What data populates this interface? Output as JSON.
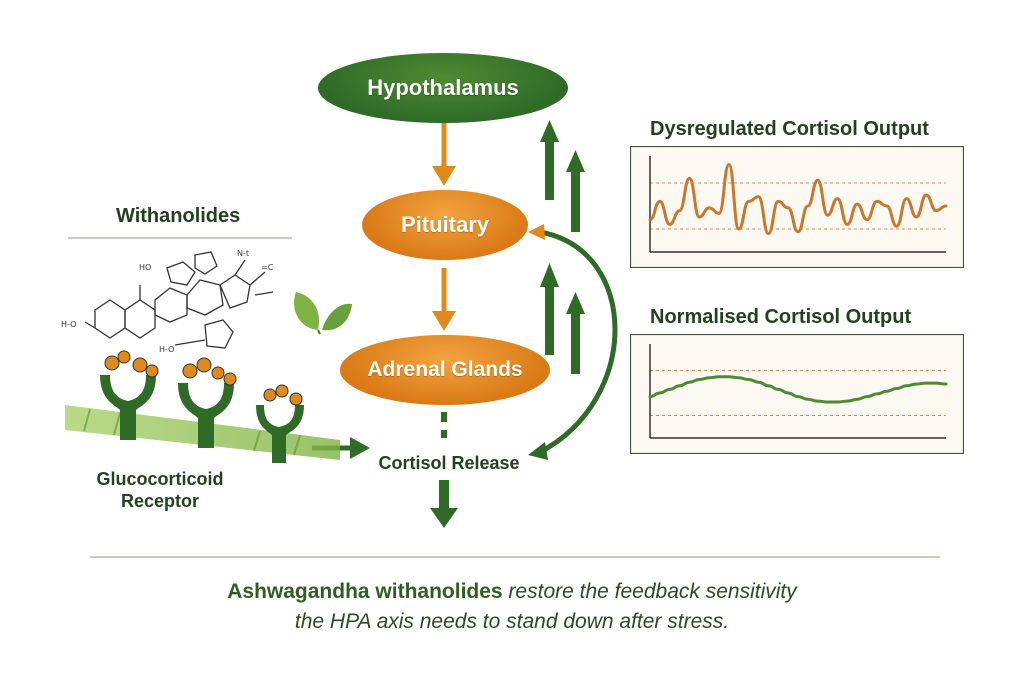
{
  "nodes": {
    "hypothalamus": "Hypothalamus",
    "pituitary": "Pituitary",
    "adrenal": "Adrenal Glands",
    "cortisol_release": "Cortisol Release"
  },
  "left": {
    "title": "Withanolides",
    "receptor_line1": "Glucocorticoid",
    "receptor_line2": "Receptor",
    "molecule_labels": [
      "H-O",
      "H-O",
      "HO",
      "N-t",
      "=C"
    ]
  },
  "chart_data": [
    {
      "type": "line",
      "title": "Dysregulated Cortisol Output",
      "xlabel": "",
      "ylabel": "",
      "series": [
        {
          "color": "#c8772e",
          "x": [
            0,
            1,
            2,
            3,
            4,
            5,
            6,
            7,
            8,
            9,
            10,
            11,
            12,
            13,
            14,
            15,
            16,
            17,
            18,
            19,
            20,
            21,
            22,
            23,
            24,
            25,
            26,
            27,
            28,
            29,
            30
          ],
          "y": [
            0.35,
            0.55,
            0.3,
            0.45,
            0.8,
            0.38,
            0.48,
            0.42,
            0.95,
            0.25,
            0.55,
            0.6,
            0.2,
            0.55,
            0.48,
            0.22,
            0.5,
            0.78,
            0.4,
            0.58,
            0.3,
            0.52,
            0.35,
            0.55,
            0.5,
            0.28,
            0.58,
            0.38,
            0.62,
            0.45,
            0.5
          ]
        }
      ],
      "ylim": [
        0,
        1
      ],
      "gridlines": [
        0.75,
        0.25
      ],
      "grid": true
    },
    {
      "type": "line",
      "title": "Normalised Cortisol Output",
      "xlabel": "",
      "ylabel": "",
      "series": [
        {
          "color": "#4f8a33",
          "x": [
            0,
            1,
            2,
            3,
            4,
            5,
            6,
            7,
            8,
            9,
            10,
            11,
            12,
            13,
            14,
            15,
            16,
            17,
            18,
            19,
            20,
            21,
            22,
            23,
            24,
            25,
            26,
            27,
            28,
            29,
            30
          ],
          "y": [
            0.46,
            0.5,
            0.54,
            0.58,
            0.62,
            0.65,
            0.67,
            0.68,
            0.68,
            0.67,
            0.65,
            0.62,
            0.58,
            0.54,
            0.5,
            0.46,
            0.43,
            0.41,
            0.4,
            0.4,
            0.41,
            0.43,
            0.46,
            0.49,
            0.52,
            0.55,
            0.58,
            0.6,
            0.61,
            0.61,
            0.6
          ]
        }
      ],
      "ylim": [
        0,
        1
      ],
      "gridlines": [
        0.75,
        0.25
      ],
      "grid": true
    }
  ],
  "caption": {
    "bold": "Ashwagandha withanolides",
    "line1_rest": " restore the feedback sensitivity",
    "line2": "the HPA axis needs to stand down after stress."
  },
  "colors": {
    "dark_green": "#2f6b27",
    "orange": "#e08a1e",
    "text_green": "#24411f",
    "leaf_green": "#7fb245"
  },
  "icons": [
    "leaf-icon",
    "receptor-icon",
    "molecule-icon"
  ]
}
